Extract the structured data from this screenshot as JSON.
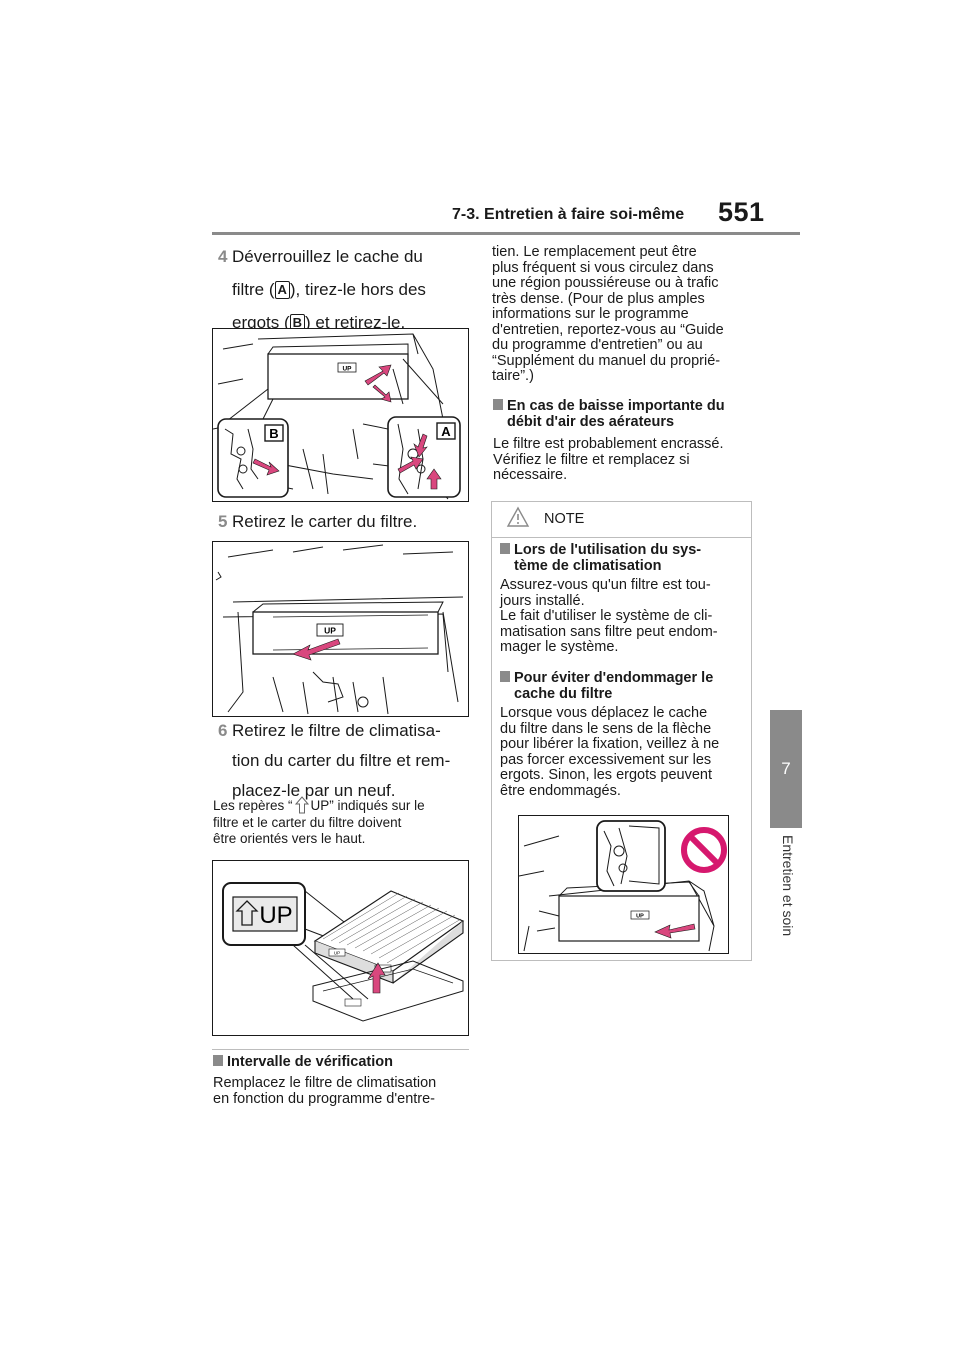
{
  "header": {
    "section": "7-3. Entretien à faire soi-même",
    "page_number": "551"
  },
  "side_tab": {
    "chapter_number": "7",
    "chapter_title": "Entretien et soin"
  },
  "steps": [
    {
      "number": "4",
      "line1": "Déverrouillez le cache du",
      "line2_a": "filtre (",
      "label_a": "A",
      "line2_b": "), tirez-le hors des",
      "line3_a": "ergots (",
      "label_b": "B",
      "line3_b": ") et retirez-le."
    },
    {
      "number": "5",
      "text": "Retirez le carter du filtre."
    },
    {
      "number": "6",
      "line1": "Retirez le filtre de climatisa-",
      "line2": "tion du carter du filtre et rem-",
      "line3": "placez-le par un neuf."
    }
  ],
  "figures": {
    "fig1": {
      "label_a": "A",
      "label_b": "B",
      "tag": "UP"
    },
    "fig2": {
      "tag": "UP"
    },
    "fig3": {
      "tag": "UP"
    },
    "fig4": {
      "tag": "UP"
    }
  },
  "orientation_note": {
    "line1_a": "Les repères “",
    "line1_b": "UP” indiqués sur le",
    "line2": "filtre et le carter du filtre doivent",
    "line3": "être orientés vers le haut."
  },
  "interval": {
    "heading": "Intervalle de vérification",
    "lines": [
      "Remplacez le filtre de climatisation",
      "en fonction du programme d'entre-"
    ]
  },
  "right_column": {
    "continuation_lines": [
      "tien. Le remplacement peut être",
      "plus fréquent si vous circulez dans",
      "une région poussiéreuse ou à trafic",
      "très dense. (Pour de plus amples",
      "informations sur le programme",
      "d'entretien, reportez-vous au “Guide",
      "du programme d'entretien” ou au",
      "“Supplément du manuel du proprié-",
      "taire”.)"
    ],
    "airflow_heading_lines": [
      "En cas de baisse importante du",
      "débit d'air des aérateurs"
    ],
    "airflow_lines": [
      "Le filtre est probablement encrassé.",
      "Vérifiez le filtre et remplacez si",
      "nécessaire."
    ]
  },
  "note": {
    "label": "NOTE",
    "section1_heading_lines": [
      "Lors de l'utilisation du sys-",
      "tème de climatisation"
    ],
    "section1_lines": [
      "Assurez-vous qu'un filtre est tou-",
      "jours installé.",
      "Le fait d'utiliser le système de cli-",
      "matisation sans filtre peut endom-",
      "mager le système."
    ],
    "section2_heading_lines": [
      "Pour éviter d'endommager le",
      "cache du filtre"
    ],
    "section2_lines": [
      "Lorsque vous déplacez le cache",
      "du filtre dans le sens de la flèche",
      "pour libérer la fixation, veillez à ne",
      "pas forcer excessivement sur les",
      "ergots. Sinon, les ergots peuvent",
      "être endommagés."
    ]
  },
  "colors": {
    "accent_gray": "#8a8a8a",
    "prohibition_magenta": "#d6186e",
    "arrow_pink": "#d9477e"
  }
}
